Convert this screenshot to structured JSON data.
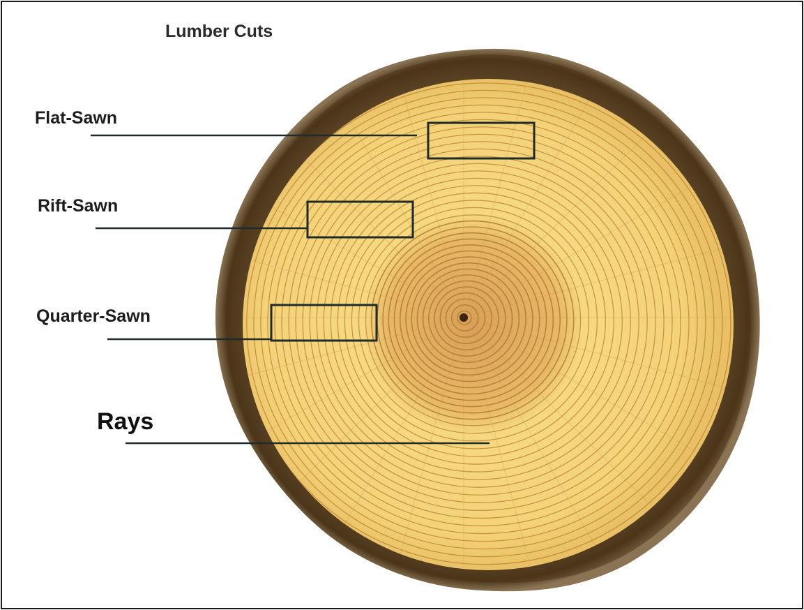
{
  "title": "Lumber Cuts",
  "labels": {
    "flat_sawn": "Flat-Sawn",
    "rift_sawn": "Rift-Sawn",
    "quarter_sawn": "Quarter-Sawn",
    "rays": "Rays"
  },
  "colors": {
    "wood_light": "#f6d97f",
    "wood_mid": "#eec463",
    "ring_line": "#b27a2e",
    "heartwood": "#dca65a",
    "bark": "#5b4324",
    "bark_dark": "#3b2a14",
    "leader_line": "#1f2a2a",
    "frame": "#1a1a1a"
  }
}
